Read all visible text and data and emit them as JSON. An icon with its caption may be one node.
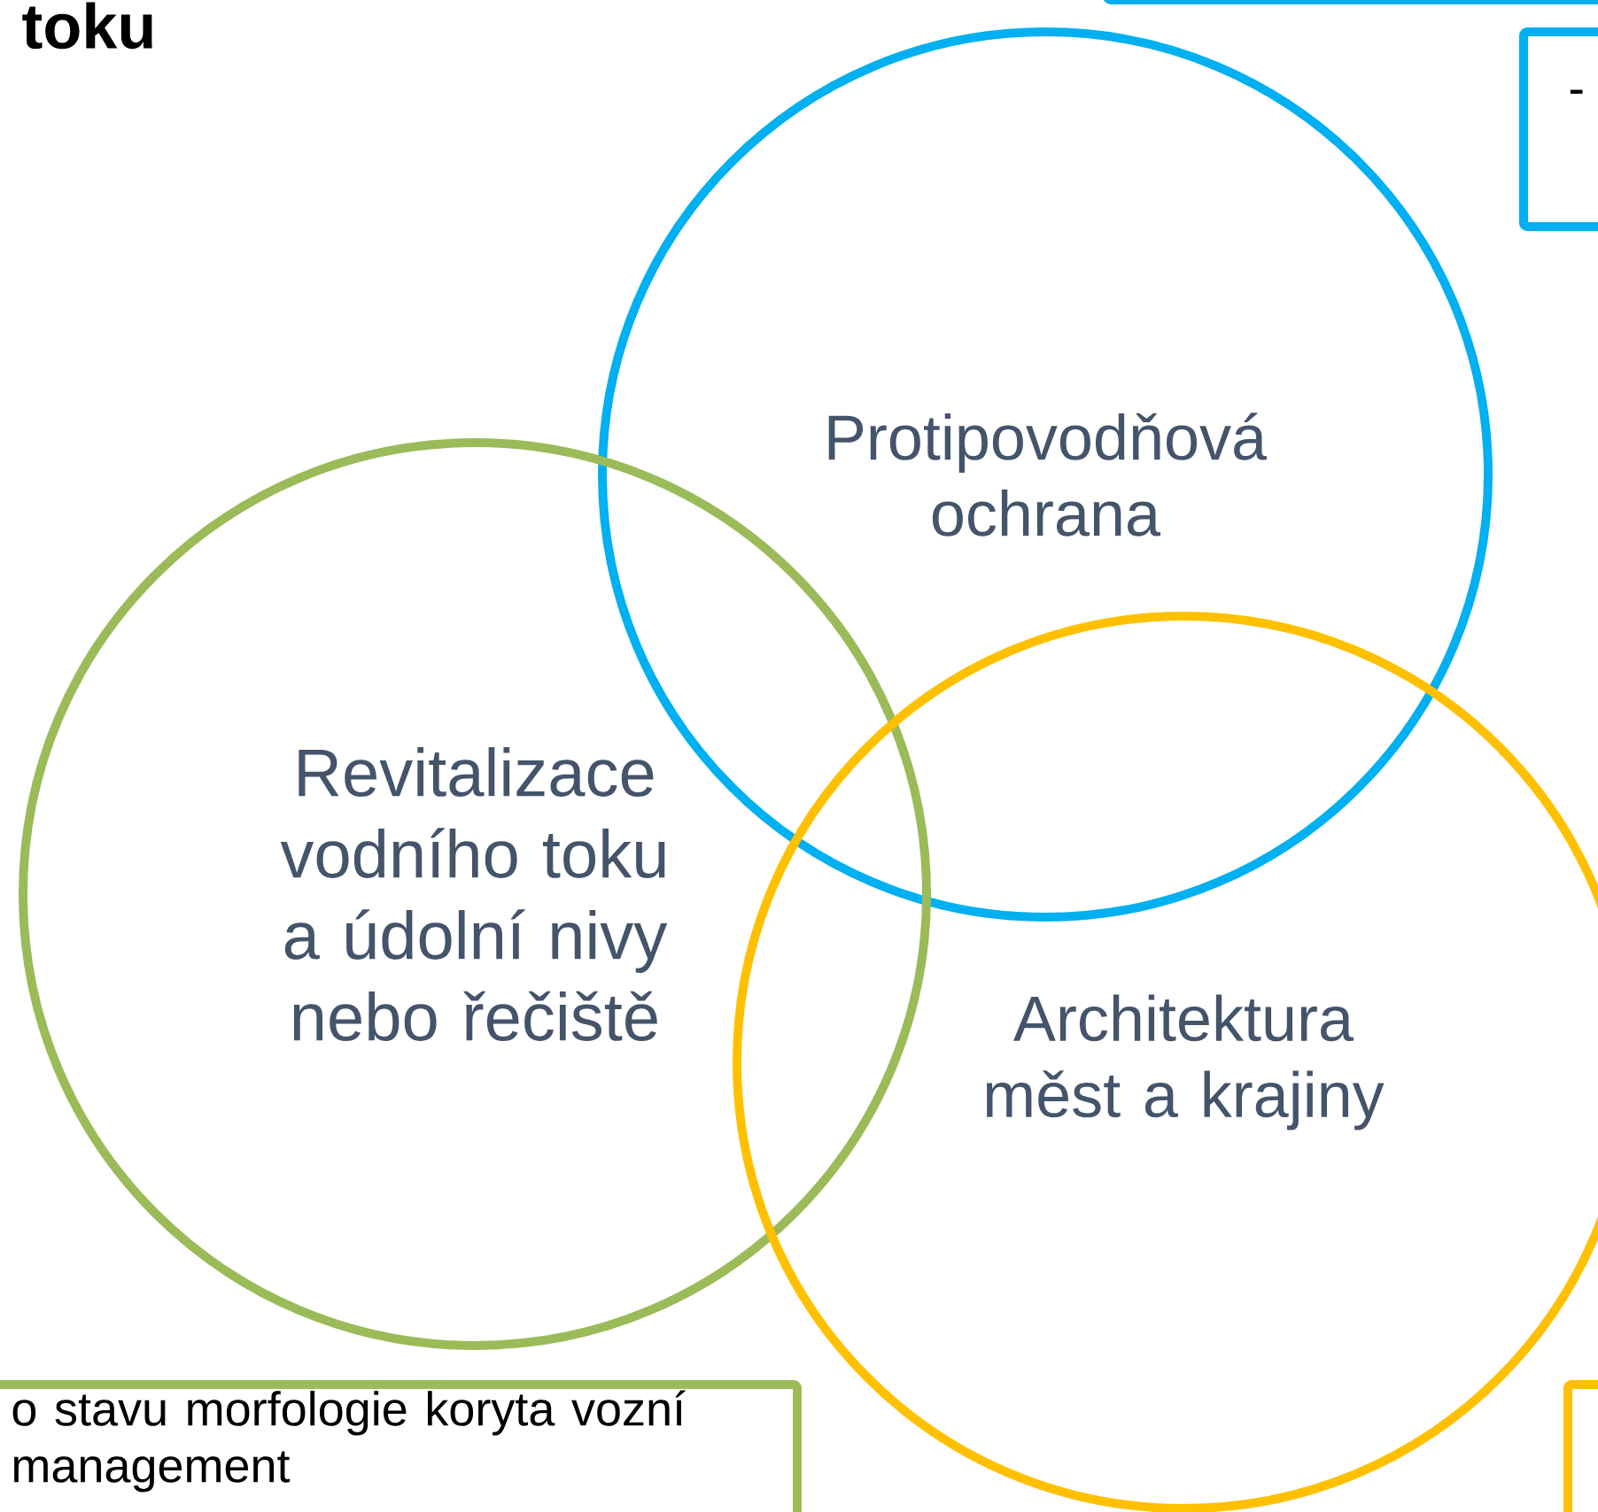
{
  "diagram": {
    "title": "toku",
    "nodes": [
      {
        "text": [],
        "shape": "box"
      },
      {
        "text": [
          "-"
        ]
      },
      {
        "text": [
          "Protipovodňová ochrana"
        ]
      },
      {
        "text": [
          "Revitalizace vodního toku a údolní nivy nebo řečiště"
        ]
      },
      {
        "text": [
          "Architektura měst a krajiny"
        ]
      },
      {
        "text": [
          "o stavu morfologie koryta vozní management"
        ]
      },
      {
        "text": [],
        "shape": "box"
      }
    ]
  }
}
